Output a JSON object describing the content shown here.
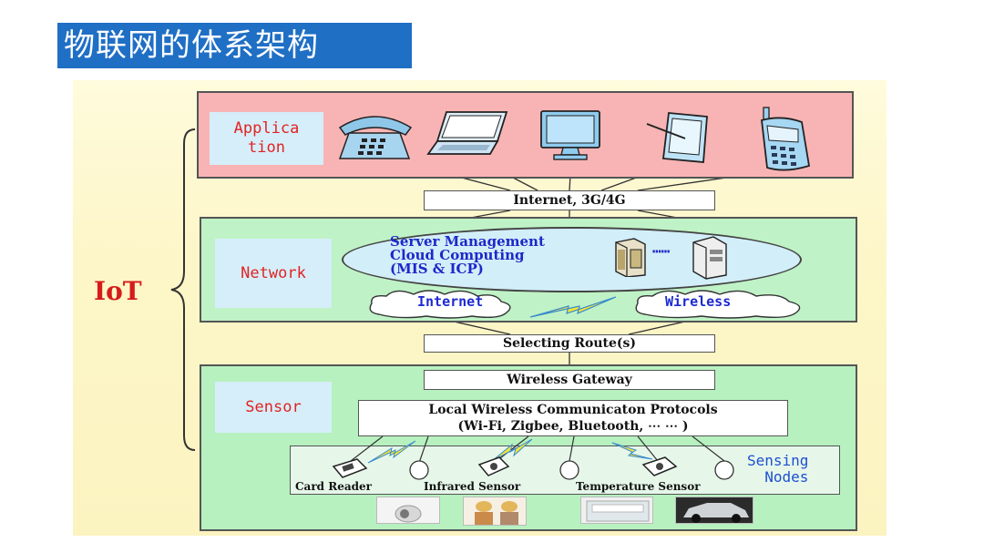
{
  "title": "物联网的体系架构",
  "iot_label": "IoT",
  "layers": {
    "application": {
      "label": "Applica\ntion"
    },
    "network": {
      "label": "Network"
    },
    "sensor": {
      "label": "Sensor"
    }
  },
  "connectors": {
    "internet": "Internet, 3G/4G",
    "route": "Selecting Route(s)",
    "gateway": "Wireless Gateway",
    "protocols_line1": "Local Wireless Communicaton Protocols",
    "protocols_line2": "(Wi-Fi, Zigbee, Bluetooth, ⋯ ⋯ )"
  },
  "server": {
    "line1": "Server Management",
    "line2": "Cloud Computing",
    "line3": "(MIS & ICP)",
    "dots": "⋯⋯"
  },
  "clouds": {
    "internet": "Internet",
    "wireless": "Wireless"
  },
  "sensing": {
    "label": "Sensing\nNodes",
    "nodes": [
      "Card Reader",
      "Infrared Sensor",
      "Temperature Sensor"
    ]
  },
  "colors": {
    "title_bg": "#1f6fc5",
    "app_layer": "#f8b4b4",
    "net_layer": "#bff2c6",
    "sensor_layer": "#b7f1bf",
    "tag_text": "#e02424",
    "blue_text": "#1d28c9",
    "iot_red": "#d61b1b"
  },
  "icons": [
    "telephone-icon",
    "laptop-icon",
    "monitor-icon",
    "tablet-icon",
    "mobile-phone-icon",
    "server-icon",
    "lightning-icon"
  ]
}
